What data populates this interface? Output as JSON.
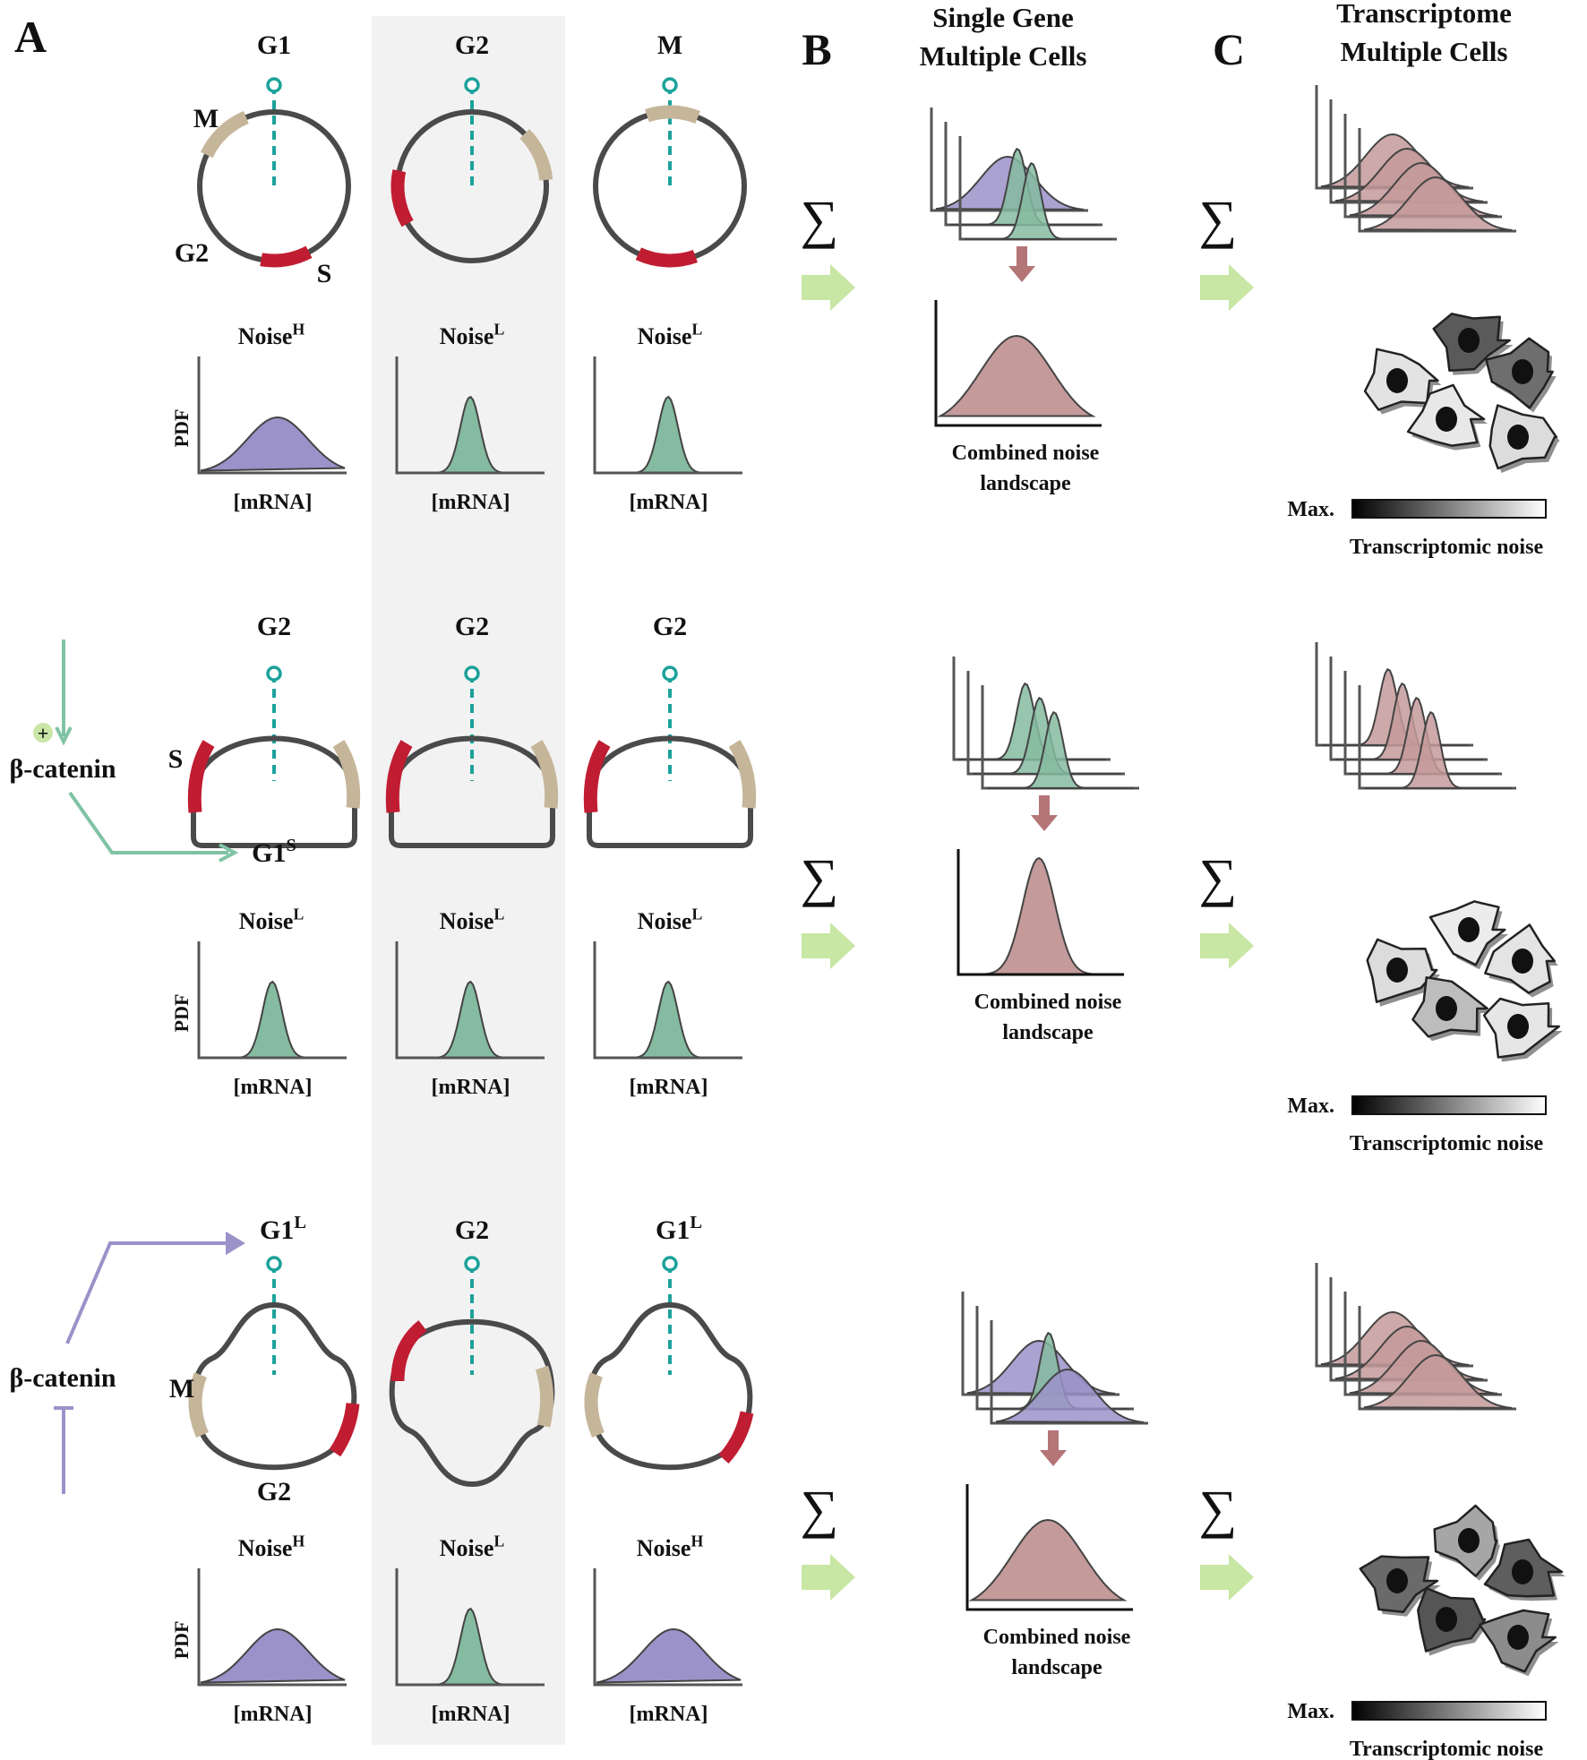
{
  "panels": {
    "A": "A",
    "B": "B",
    "C": "C"
  },
  "headers": {
    "b_line1": "Single Gene",
    "b_line2": "Multiple Cells",
    "c_line1": "Transcriptome",
    "c_line2": "Multiple Cells"
  },
  "common": {
    "pdf": "PDF",
    "mrna": "[mRNA]",
    "noise": "Noise",
    "sigma": "∑",
    "combined1": "Combined noise",
    "combined2": "landscape",
    "max": "Max.",
    "transcriptomic": "Transcriptomic noise",
    "beta": "β-catenin",
    "plus": "+"
  },
  "rows": [
    {
      "cells": [
        {
          "phase": "G1",
          "sup": "",
          "noise_sup": "H",
          "dist": "broad",
          "labels": {
            "M": "M",
            "G2": "G2",
            "S": "S"
          }
        },
        {
          "phase": "G2",
          "sup": "",
          "noise_sup": "L",
          "dist": "narrow"
        },
        {
          "phase": "M",
          "sup": "",
          "noise_sup": "L",
          "dist": "narrow"
        }
      ],
      "combined": "broad",
      "cells_gray": [
        "#e3e3e3",
        "#5a5a5a",
        "#6e6e6e",
        "#e8e8e8",
        "#dcdcdc"
      ]
    },
    {
      "cells": [
        {
          "phase": "G2",
          "sup": "",
          "noise_sup": "L",
          "dist": "narrow",
          "labels": {
            "S": "S",
            "G1S": "G1",
            "G1S_sup": "S"
          }
        },
        {
          "phase": "G2",
          "sup": "",
          "noise_sup": "L",
          "dist": "narrow"
        },
        {
          "phase": "G2",
          "sup": "",
          "noise_sup": "L",
          "dist": "narrow"
        }
      ],
      "combined": "narrow",
      "cells_gray": [
        "#dcdcdc",
        "#ececec",
        "#e4e4e4",
        "#bdbdbd",
        "#e6e6e6"
      ]
    },
    {
      "cells": [
        {
          "phase": "G1",
          "sup": "L",
          "noise_sup": "H",
          "dist": "broad",
          "labels": {
            "M": "M",
            "G2": "G2"
          }
        },
        {
          "phase": "G2",
          "sup": "",
          "noise_sup": "L",
          "dist": "narrow"
        },
        {
          "phase": "G1",
          "sup": "L",
          "noise_sup": "H",
          "dist": "broad"
        }
      ],
      "combined": "broad",
      "cells_gray": [
        "#6a6a6a",
        "#a6a6a6",
        "#5e5e5e",
        "#555555",
        "#8c8c8c"
      ]
    }
  ],
  "colors": {
    "purple": "#9b92c9",
    "green": "#85bba0",
    "pink": "#c49a9b",
    "red": "#c01d32",
    "tan": "#c5b69a",
    "teal": "#1ca29b",
    "ring": "#4a4a4a",
    "arrow_light": "#c8e6a4",
    "arrow_down": "#b47577",
    "beta_up": "#7fc3a4",
    "beta_down": "#9b92c9",
    "shade": "#f2f2f2"
  }
}
